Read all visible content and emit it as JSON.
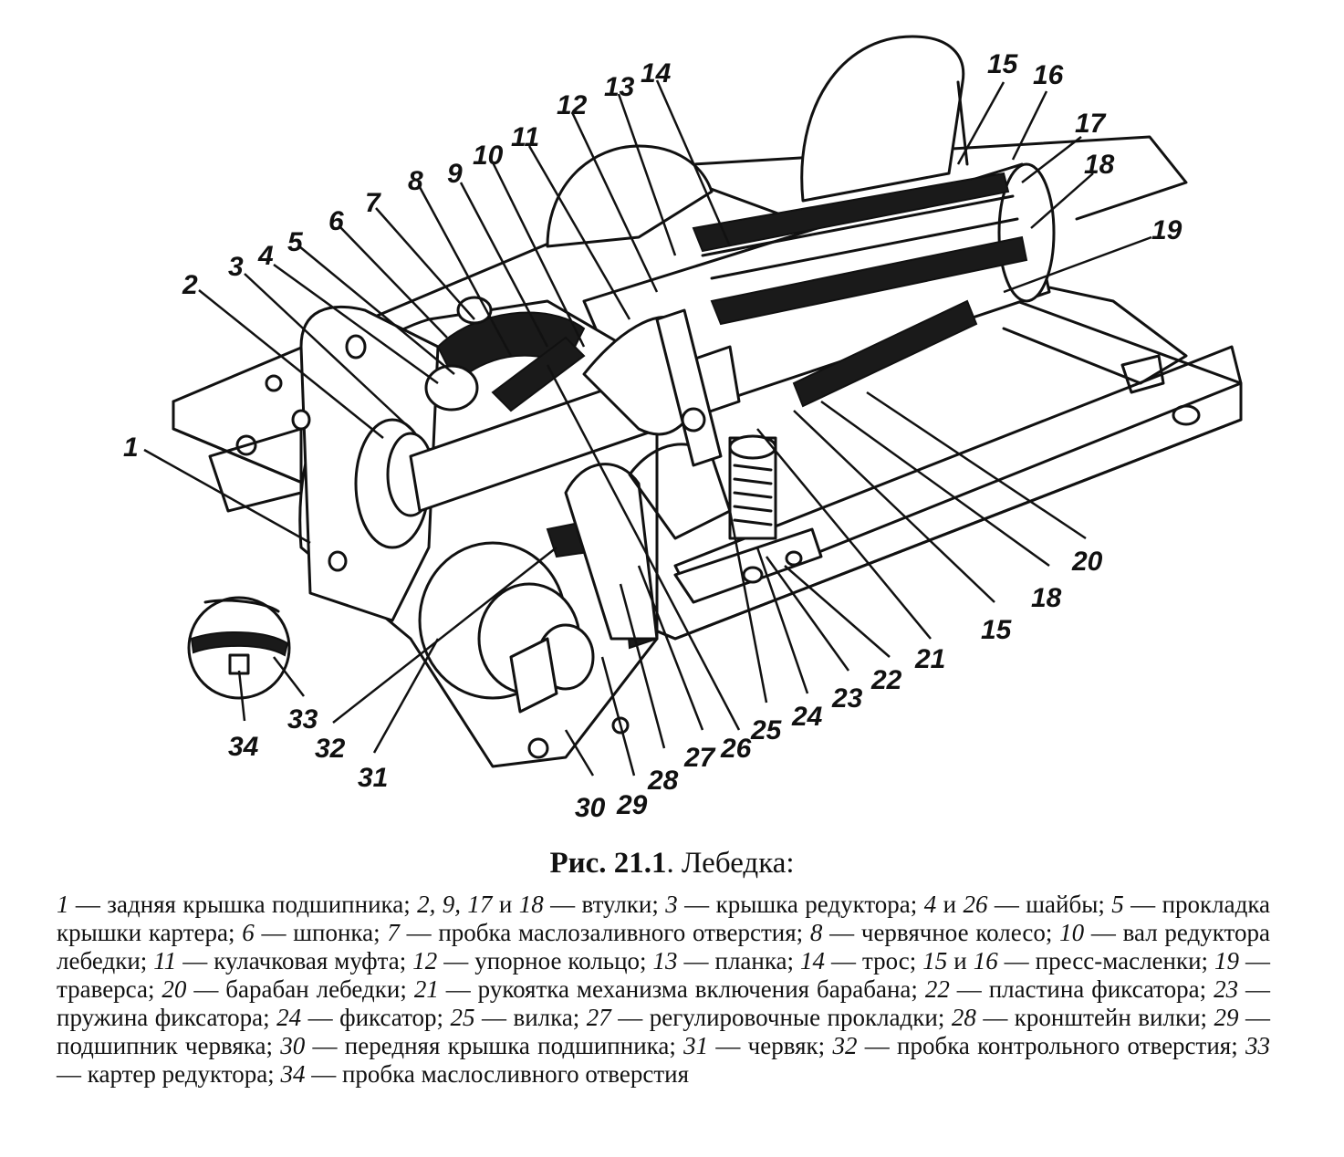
{
  "caption": {
    "figure_number": "Рис. 21.1",
    "title": ". Лебедка:"
  },
  "callouts": [
    "1",
    "2",
    "3",
    "4",
    "5",
    "6",
    "7",
    "8",
    "9",
    "10",
    "11",
    "12",
    "13",
    "14",
    "15",
    "16",
    "17",
    "18",
    "19",
    "20",
    "18",
    "15",
    "21",
    "22",
    "23",
    "24",
    "25",
    "26",
    "27",
    "28",
    "29",
    "30",
    "31",
    "32",
    "33",
    "34"
  ],
  "legend": [
    {
      "nums": "1",
      "text": " — задняя крышка подшипника; "
    },
    {
      "nums": "2, 9, 17",
      "text": " и "
    },
    {
      "nums": "18",
      "text": " — втулки; "
    },
    {
      "nums": "3",
      "text": " — крышка редуктора; "
    },
    {
      "nums": "4",
      "text": " и "
    },
    {
      "nums": "26",
      "text": " — шайбы; "
    },
    {
      "nums": "5",
      "text": " — прокладка крышки картера; "
    },
    {
      "nums": "6",
      "text": " — шпонка; "
    },
    {
      "nums": "7",
      "text": " — пробка маслозаливного отверстия; "
    },
    {
      "nums": "8",
      "text": " — червячное колесо; "
    },
    {
      "nums": "10",
      "text": " — вал редуктора лебедки; "
    },
    {
      "nums": "11",
      "text": " — кулачковая муфта; "
    },
    {
      "nums": "12",
      "text": " — упорное кольцо; "
    },
    {
      "nums": "13",
      "text": " — планка; "
    },
    {
      "nums": "14",
      "text": " — трос; "
    },
    {
      "nums": "15",
      "text": " и "
    },
    {
      "nums": "16",
      "text": " — пресс-масленки; "
    },
    {
      "nums": "19",
      "text": " — траверса; "
    },
    {
      "nums": "20",
      "text": " — барабан лебедки; "
    },
    {
      "nums": "21",
      "text": " — рукоятка механизма включения барабана; "
    },
    {
      "nums": "22",
      "text": " — пластина фиксатора; "
    },
    {
      "nums": "23",
      "text": " — пружина фиксатора; "
    },
    {
      "nums": "24",
      "text": " — фиксатор; "
    },
    {
      "nums": "25",
      "text": " — вилка; "
    },
    {
      "nums": "27",
      "text": " — регулировочные прокладки; "
    },
    {
      "nums": "28",
      "text": " — кронштейн вилки; "
    },
    {
      "nums": "29",
      "text": " — подшипник червяка; "
    },
    {
      "nums": "30",
      "text": " — передняя крышка подшипника; "
    },
    {
      "nums": "31",
      "text": " — червяк; "
    },
    {
      "nums": "32",
      "text": " — пробка контрольного отверстия; "
    },
    {
      "nums": "33",
      "text": " — картер редуктора; "
    },
    {
      "nums": "34",
      "text": " — пробка маслосливного отверстия"
    }
  ]
}
